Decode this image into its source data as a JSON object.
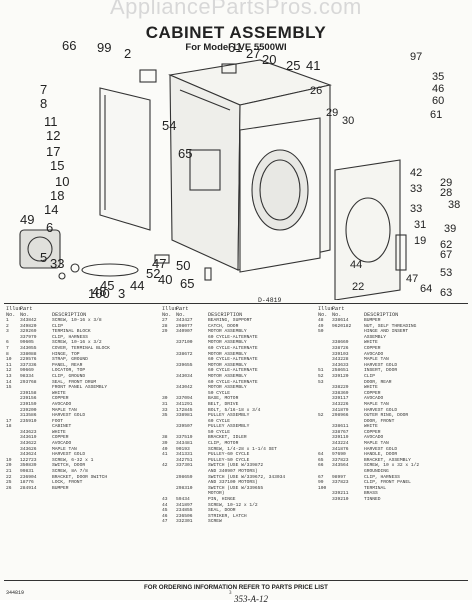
{
  "watermark": "AppliancePartsPros.com",
  "title": "CABINET ASSEMBLY",
  "subtitle": "For Model LVE 5500WI",
  "drawing_no": "D-4819",
  "callouts": [
    "66",
    "99",
    "2",
    "7",
    "8",
    "11",
    "12",
    "17",
    "10",
    "15",
    "18",
    "14",
    "49",
    "6",
    "5",
    "33",
    "40",
    "47",
    "44",
    "45",
    "100",
    "3",
    "48",
    "52",
    "50",
    "65",
    "54",
    "65",
    "61",
    "27",
    "20",
    "25",
    "41",
    "26",
    "29",
    "30",
    "97",
    "35",
    "46",
    "60",
    "61",
    "29",
    "28",
    "38",
    "42",
    "33",
    "33",
    "31",
    "19",
    "39",
    "62",
    "67",
    "53",
    "44",
    "63",
    "22",
    "64",
    "47"
  ],
  "columns_header": {
    "illus": "Illus.",
    "part": "Part",
    "no": "No.",
    "no2": "No.",
    "desc": "DESCRIPTION"
  },
  "col1": [
    [
      "1",
      "343842",
      "SCREW, 10-16 x 3/8"
    ],
    [
      "2",
      "349820",
      "CLIP"
    ],
    [
      "3",
      "329269",
      "TERMINAL BLOCK"
    ],
    [
      "",
      "337979",
      "CLIP, HARNESS"
    ],
    [
      "6",
      "99605",
      "SCREW, 10-16 x 3/2"
    ],
    [
      "7",
      "343055",
      "COVER, TERMINAL BLOCK"
    ],
    [
      "8",
      "338088",
      "HINGE, TOP"
    ],
    [
      "10",
      "229576",
      "STRAP, GROUND"
    ],
    [
      "11",
      "337336",
      "PANEL, REAR"
    ],
    [
      "12",
      "99669",
      "LOCATOR, TOP"
    ],
    [
      "13",
      "98334",
      "CLIP, GROUND"
    ],
    [
      "14",
      "293768",
      "SEAL, FRONT DRUM"
    ],
    [
      "15",
      "",
      "FRONT PANEL ASSEMBLY"
    ],
    [
      "",
      "239158",
      "WHITE"
    ],
    [
      "",
      "239156",
      "COPPER"
    ],
    [
      "",
      "239159",
      "AVOCADO"
    ],
    [
      "",
      "239200",
      "MAPLE TAN"
    ],
    [
      "",
      "313586",
      "HARVEST GOLD"
    ],
    [
      "17",
      "235910",
      "FOOT"
    ],
    [
      "18",
      "",
      "CABINET"
    ],
    [
      "",
      "343623",
      "WHITE"
    ],
    [
      "",
      "343619",
      "COPPER"
    ],
    [
      "",
      "343622",
      "AVOCADO"
    ],
    [
      "",
      "343626",
      "MAPLE TAN"
    ],
    [
      "",
      "343624",
      "HARVEST GOLD"
    ],
    [
      "19",
      "122723",
      "SCREW, 6-32 x 1"
    ],
    [
      "20",
      "350839",
      "SWITCH, DOOR"
    ],
    [
      "21",
      "99831",
      "SCREW, 8A 7/8"
    ],
    [
      "22",
      "236904",
      "BRACKET, DOOR SWITCH"
    ],
    [
      "25",
      "18776",
      "LOCK, FRONT"
    ],
    [
      "26",
      "284914",
      "BUMPER"
    ]
  ],
  "col2": [
    [
      "27",
      "343427",
      "BEARING, SUPPORT"
    ],
    [
      "28",
      "298077",
      "CATCH, DOOR"
    ],
    [
      "29",
      "340907",
      "MOTOR ASSEMBLY"
    ],
    [
      "",
      "",
      "60 CYCLE-ALTERNATE"
    ],
    [
      "",
      "337100",
      "MOTOR ASSEMBLY"
    ],
    [
      "",
      "",
      "60 CYCLE-ALTERNATE"
    ],
    [
      "",
      "338672",
      "MOTOR ASSEMBLY"
    ],
    [
      "",
      "",
      "60 CYCLE-ALTERNATE"
    ],
    [
      "",
      "339655",
      "MOTOR ASSEMBLY"
    ],
    [
      "",
      "",
      "60 CYCLE-ALTERNATE"
    ],
    [
      "",
      "343034",
      "MOTOR ASSEMBLY"
    ],
    [
      "",
      "",
      "60 CYCLE-ALTERNATE"
    ],
    [
      "",
      "343042",
      "MOTOR ASSEMBLY"
    ],
    [
      "",
      "",
      "50 CYCLE"
    ],
    [
      "30",
      "337094",
      "BASE, MOTOR"
    ],
    [
      "31",
      "341291",
      "BELT, DRIVE"
    ],
    [
      "33",
      "172845",
      "BOLT, 5/16-18 x 3/4"
    ],
    [
      "35",
      "338981",
      "PULLEY ASSEMBLY"
    ],
    [
      "",
      "",
      "60 CYCLE"
    ],
    [
      "",
      "339507",
      "PULLEY ASSEMBLY"
    ],
    [
      "",
      "",
      "50 CYCLE"
    ],
    [
      "38",
      "337519",
      "BRACKET, IDLER"
    ],
    [
      "39",
      "343481",
      "CLIP, MOTOR"
    ],
    [
      "40",
      "90193",
      "SCREW, 1/4-28 x 1-1/4 SET"
    ],
    [
      "41",
      "341331",
      "PULLEY-60 CYCLE"
    ],
    [
      "",
      "342751",
      "PULLEY-50 CYCLE"
    ],
    [
      "42",
      "337301",
      "SWITCH (USE W/339872"
    ],
    [
      "",
      "",
      "AND 340907 MOTORS)"
    ],
    [
      "",
      "298659",
      "SWITCH (USE W/339672, 343034"
    ],
    [
      "",
      "",
      "AND 337100 MOTORS)"
    ],
    [
      "",
      "298310",
      "SWITCH (USE W/339655"
    ],
    [
      "",
      "",
      "MOTOR)"
    ],
    [
      "43",
      "59434",
      "PIN, HINGE"
    ],
    [
      "44",
      "341897",
      "SCREW, 10-12 x 1/2"
    ],
    [
      "45",
      "234855",
      "SEAL, DOOR"
    ],
    [
      "46",
      "236506",
      "STRIKER, LATCH"
    ],
    [
      "47",
      "332301",
      "SCREW"
    ]
  ],
  "col3": [
    [
      "48",
      "338614",
      "BUMPER"
    ],
    [
      "49",
      "9620182",
      "NUT, SELF THREADING"
    ],
    [
      "50",
      "",
      "HINGE AND INSERT"
    ],
    [
      "",
      "",
      "ASSEMBLY"
    ],
    [
      "",
      "338669",
      "WHITE"
    ],
    [
      "",
      "338726",
      "COPPER"
    ],
    [
      "",
      "339103",
      "AVOCADO"
    ],
    [
      "",
      "343228",
      "MAPLE TAN"
    ],
    [
      "",
      "343633",
      "HARVEST GOLD"
    ],
    [
      "51",
      "258651",
      "INSERT, DOOR"
    ],
    [
      "52",
      "339120",
      "CLIP"
    ],
    [
      "53",
      "",
      "DOOR, REAR"
    ],
    [
      "",
      "338229",
      "WHITE"
    ],
    [
      "",
      "338369",
      "COPPER"
    ],
    [
      "",
      "339117",
      "AVOCADO"
    ],
    [
      "",
      "343226",
      "MAPLE TAN"
    ],
    [
      "",
      "341879",
      "HARVEST GOLD"
    ],
    [
      "52",
      "298966",
      "OUTER RING, DOOR"
    ],
    [
      "",
      "",
      "DOOR, FRONT"
    ],
    [
      "",
      "338611",
      "WHITE"
    ],
    [
      "",
      "338767",
      "COPPER"
    ],
    [
      "",
      "339119",
      "AVOCADO"
    ],
    [
      "",
      "343224",
      "MAPLE TAN"
    ],
    [
      "",
      "341876",
      "HARVEST GOLD"
    ],
    [
      "64",
      "97690",
      "HANDLE, DOOR"
    ],
    [
      "65",
      "337823",
      "BRACKET, ASSEMBLY"
    ],
    [
      "66",
      "343564",
      "SCREW, 10 x 32 x 1/2"
    ],
    [
      "",
      "",
      "GROUNDING"
    ],
    [
      "67",
      "98997",
      "CLIP, HARNESS"
    ],
    [
      "99",
      "337823",
      "CLIP, FRONT PANEL"
    ],
    [
      "100",
      "",
      "TERMINAL"
    ],
    [
      "",
      "339211",
      "BRASS"
    ],
    [
      "",
      "339210",
      "TINNED"
    ]
  ],
  "footer": "FOR ORDERING INFORMATION REFER TO PARTS PRICE LIST",
  "form_code": "344819",
  "page_marker": "3",
  "handwritten": "353-A-12"
}
